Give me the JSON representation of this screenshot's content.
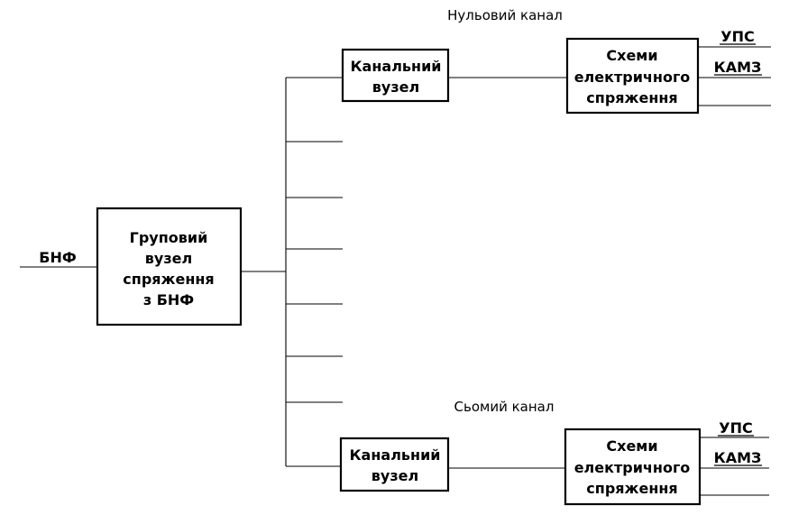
{
  "input_label": "БНФ",
  "group_node": {
    "lines": [
      "Груповий",
      "вузел",
      "спряження",
      "з БНФ"
    ]
  },
  "channels": [
    {
      "caption": "Нульовий канал",
      "node_lines": [
        "Канальний",
        "вузел"
      ],
      "circuit_lines": [
        "Схеми",
        "електричного",
        "спряження"
      ],
      "outputs": [
        "УПС",
        "КАМЗ",
        ""
      ]
    },
    {
      "caption": "Сьомий канал",
      "node_lines": [
        "Канальний",
        "вузел"
      ],
      "circuit_lines": [
        "Схеми",
        "електричного",
        "спряження"
      ],
      "outputs": [
        "УПС",
        "КАМЗ",
        ""
      ]
    }
  ]
}
